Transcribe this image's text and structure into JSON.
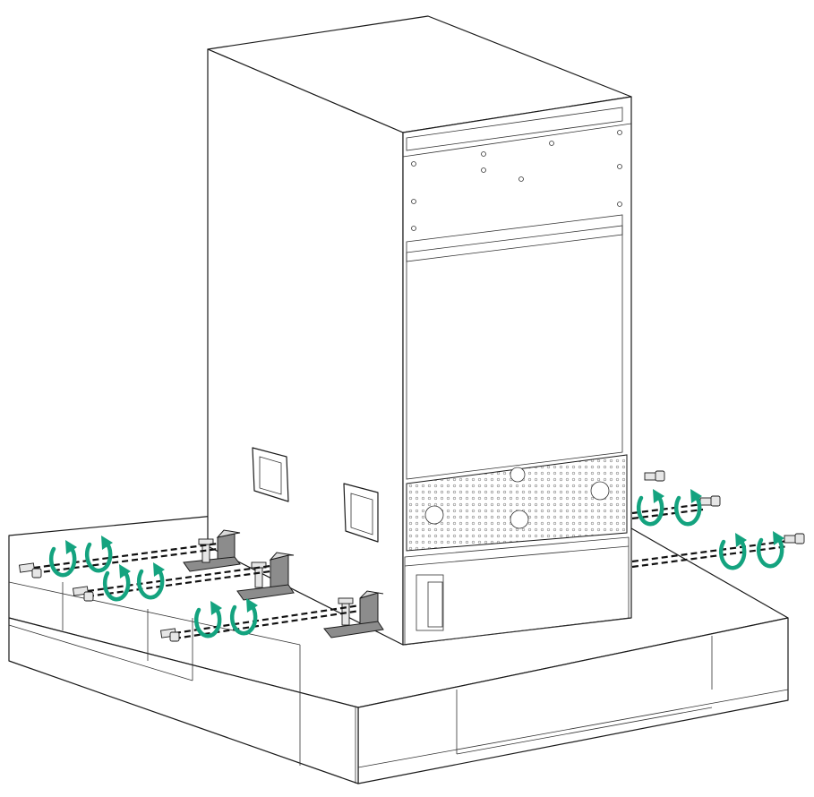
{
  "figure": {
    "subject": "chassis-on-pallet-bracket-removal",
    "colors": {
      "rotation_arrow": "#14a37f",
      "outline": "#1a1a1a",
      "bracket": "#8c8c8c"
    },
    "icons": [
      "rotation-arrow-icon",
      "screw-icon",
      "mounting-bracket-icon",
      "handle-icon"
    ],
    "brackets_count": 3,
    "screws_left_count": 3,
    "screws_right_count": 2
  }
}
